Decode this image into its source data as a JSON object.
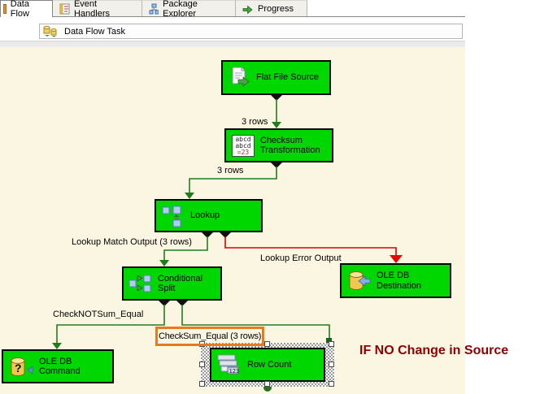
{
  "tabs": [
    {
      "label": "Data Flow",
      "icon": "data-flow-tab-icon",
      "active": true
    },
    {
      "label": "Event Handlers",
      "icon": "event-handlers-icon",
      "active": false
    },
    {
      "label": "Package Explorer",
      "icon": "package-explorer-icon",
      "active": false
    },
    {
      "label": "Progress",
      "icon": "progress-icon",
      "active": false
    }
  ],
  "toolbar": {
    "task_label": "Data Flow Task"
  },
  "diagram": {
    "nodes": {
      "flat_file_source": {
        "label": "Flat File Source"
      },
      "checksum": {
        "label": "Checksum Transformation",
        "icon_text": {
          "line1": "abcd",
          "line2": "abcd",
          "line3": "=23"
        }
      },
      "lookup": {
        "label": "Lookup"
      },
      "conditional_split": {
        "label": "Conditional Split"
      },
      "ole_db_destination": {
        "label": "OLE DB Destination"
      },
      "ole_db_command": {
        "label": "OLE DB Command"
      },
      "row_count": {
        "label": "Row Count",
        "icon_text": "123",
        "selected": true
      }
    },
    "edge_labels": {
      "rows_1": "3 rows",
      "rows_2": "3 rows",
      "lookup_match": "Lookup Match Output (3 rows)",
      "lookup_error": "Lookup Error Output",
      "check_not_equal": "CheckNOTSum_Equal",
      "check_equal": "CheckSum_Equal (3 rows)"
    },
    "annotation": {
      "text": "IF NO Change in Source",
      "color": "#8E0000"
    },
    "colors": {
      "node_fill": "#00D600",
      "canvas_bg": "#FBF6E1",
      "flow_line_green": "#1E7E1E",
      "error_line_red": "#DD0000",
      "highlight_orange": "#E8791E"
    }
  }
}
